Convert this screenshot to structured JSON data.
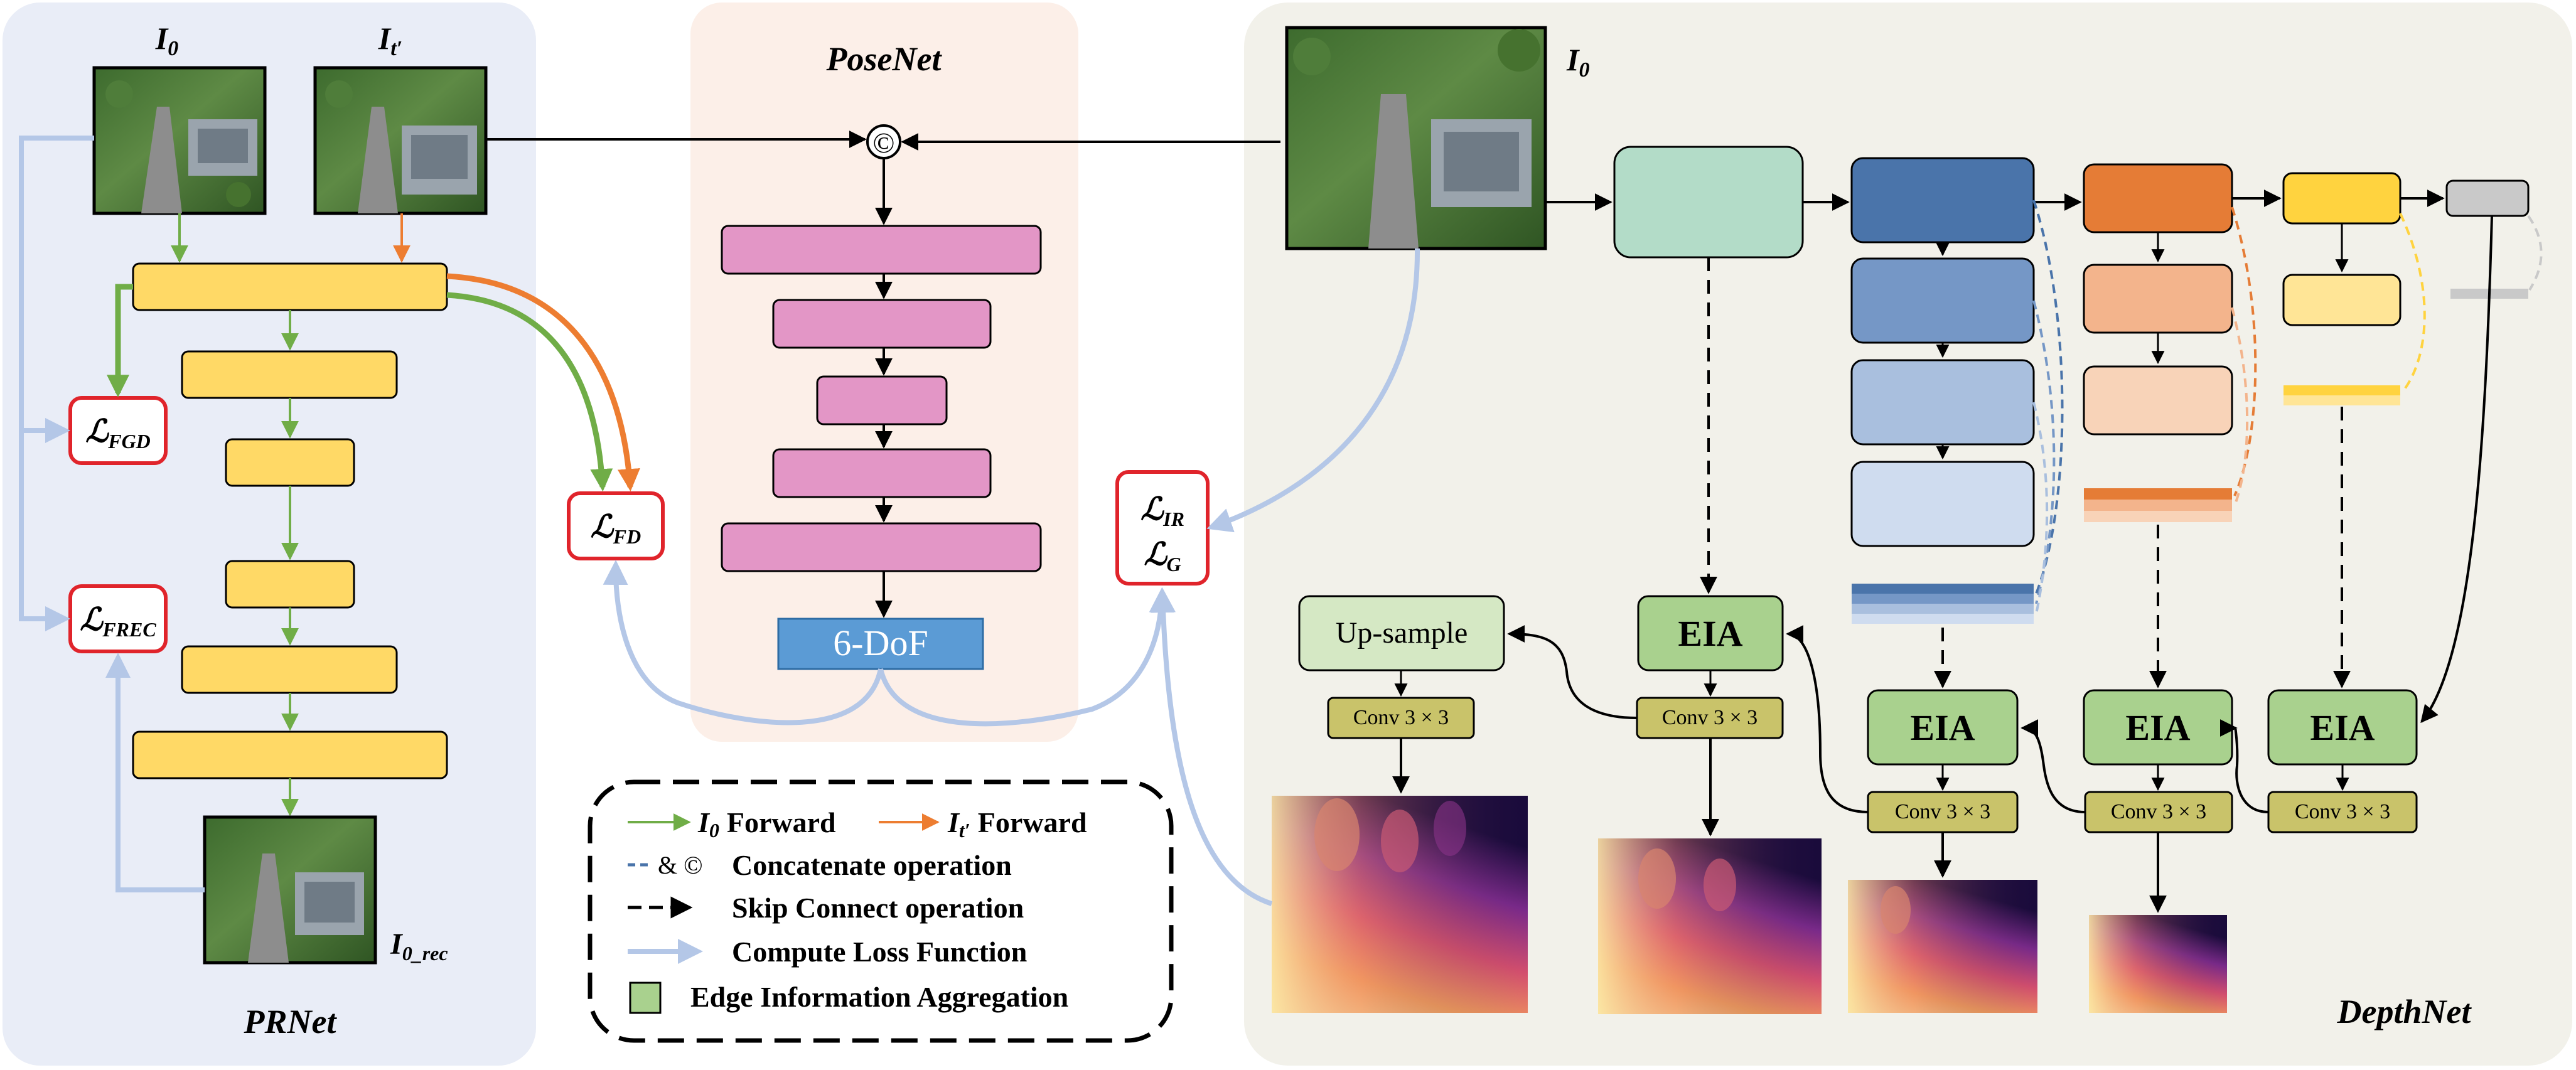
{
  "panels": {
    "prnet": {
      "title": "PRNet",
      "color": "#e9edf7"
    },
    "posenet": {
      "title": "PoseNet",
      "color": "#fcefe8"
    },
    "depthnet": {
      "title": "DepthNet",
      "color": "#f2f1ea"
    }
  },
  "images": {
    "i0_main": "I",
    "i0_main_sub": "0",
    "it_main": "I",
    "it_main_sub": "t′",
    "i0_depth": "I",
    "i0_depth_sub": "0",
    "i0_rec": "I",
    "i0_rec_sub": "0_rec"
  },
  "losses": {
    "fgd": {
      "main": "ℒ",
      "sub": "FGD"
    },
    "frec": {
      "main": "ℒ",
      "sub": "FREC"
    },
    "fd": {
      "main": "ℒ",
      "sub": "FD"
    },
    "ir": {
      "main": "ℒ",
      "sub": "IR"
    },
    "g": {
      "main": "ℒ",
      "sub": "G"
    }
  },
  "posenet": {
    "output": "6-DoF",
    "concat_symbol": "©"
  },
  "depthnet": {
    "upsample": "Up-sample",
    "eia": "EIA",
    "conv": "Conv 3 × 3"
  },
  "legend": {
    "i0_forward": {
      "main": "I",
      "sub": "0",
      "text": "Forward"
    },
    "it_forward": {
      "main": "I",
      "sub": "t′",
      "text": "Forward"
    },
    "concat": {
      "symbol": "& ©",
      "text": "Concatenate operation"
    },
    "skip": "Skip Connect operation",
    "loss": "Compute Loss Function",
    "eia": "Edge Information Aggregation"
  },
  "colors": {
    "i0_forward": "#70ad47",
    "it_forward": "#ed7d31",
    "loss_arrow": "#b4c7e7",
    "yellow_block": "#ffd966",
    "pink_block": "#e396c6",
    "dof_block": "#5b9bd5",
    "eia_green": "#a9d18e",
    "upsample_green": "#d5e8c4",
    "conv_olive": "#c9c36a",
    "loss_box_border": "#e0242b",
    "encoder_green": "#b3dcc8",
    "blue_1": "#4a74aa",
    "blue_2": "#7597c6",
    "blue_3": "#a9bfde",
    "blue_4": "#cfdcef",
    "orange_1": "#e57c36",
    "orange_2": "#f3b48c",
    "orange_3": "#f8d3b8",
    "yellow_1": "#ffd33f",
    "yellow_2": "#ffe596",
    "gray_1": "#c9c9c9"
  }
}
